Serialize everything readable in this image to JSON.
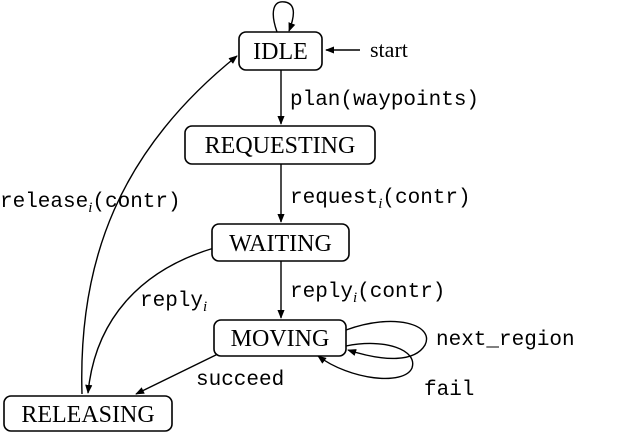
{
  "states": {
    "idle": "IDLE",
    "requesting": "REQUESTING",
    "waiting": "WAITING",
    "moving": "MOVING",
    "releasing": "RELEASING"
  },
  "start_label": "start",
  "transitions": {
    "plan": "plan(waypoints)",
    "request": {
      "prefix": "request",
      "sub": "i",
      "suffix": "(contr)"
    },
    "reply_contr": {
      "prefix": "reply",
      "sub": "i",
      "suffix": "(contr)"
    },
    "reply": {
      "prefix": "reply",
      "sub": "i"
    },
    "release": {
      "prefix": "release",
      "sub": "i",
      "suffix": "(contr)"
    },
    "next_region": "next_region",
    "fail": "fail",
    "succeed": "succeed"
  }
}
